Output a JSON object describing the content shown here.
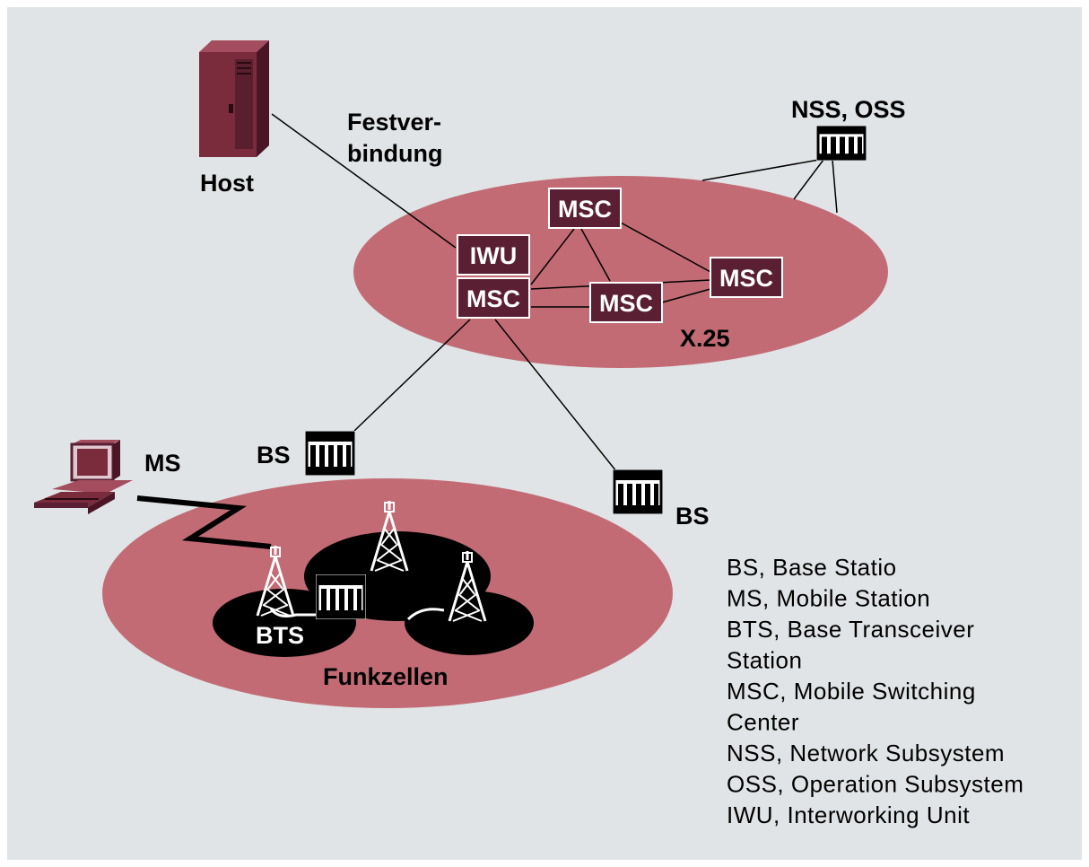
{
  "colors": {
    "background": "#e0e4e6",
    "ellipse": "#c26b74",
    "box": "#5a1f33",
    "cell": "#000000",
    "host": "#7a2c3c"
  },
  "labels": {
    "host": "Host",
    "festverbindung_line1": "Festver-",
    "festverbindung_line2": "bindung",
    "nss_oss": "NSS, OSS",
    "x25": "X.25",
    "ms": "MS",
    "bs_left": "BS",
    "bs_right": "BS",
    "bts": "BTS",
    "funkzellen": "Funkzellen"
  },
  "boxes": {
    "iwu": "IWU",
    "msc_main": "MSC",
    "msc_top": "MSC",
    "msc_right": "MSC",
    "msc_center": "MSC"
  },
  "icons": {
    "host": "server-tower-icon",
    "terminal": "computer-terminal-icon",
    "base_station": "base-station-icon",
    "antenna": "antenna-tower-icon"
  },
  "legend": [
    "BS, Base Statio",
    "MS, Mobile Station",
    "BTS, Base Transceiver",
    "Station",
    "MSC, Mobile Switching",
    "Center",
    "NSS, Network Subsystem",
    "OSS, Operation Subsystem",
    "IWU, Interworking Unit"
  ]
}
